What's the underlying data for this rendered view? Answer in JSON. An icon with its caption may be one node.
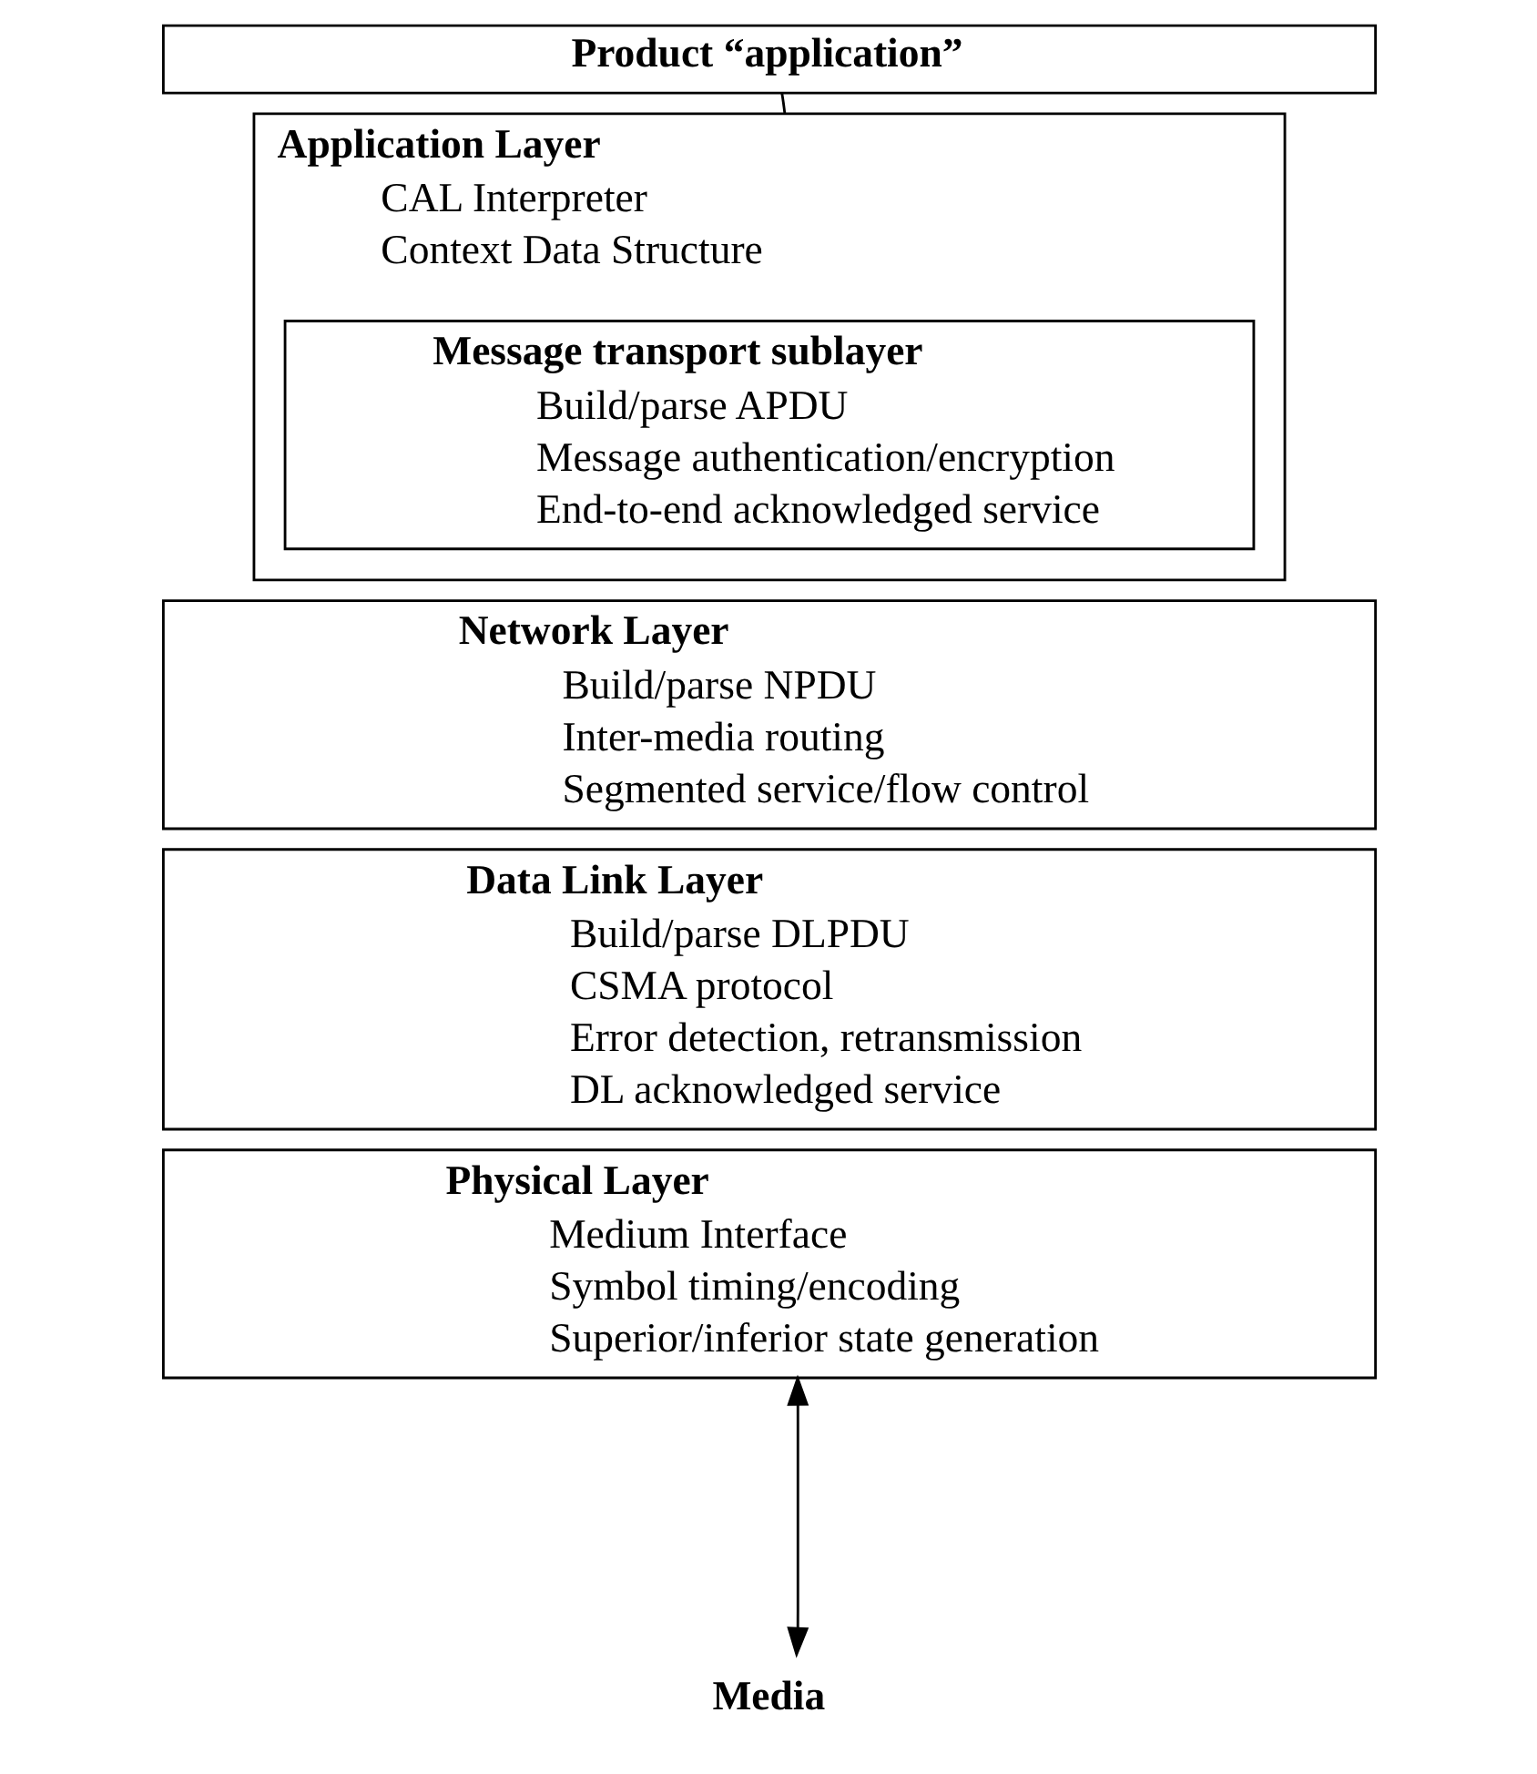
{
  "diagram": {
    "nodes": [
      {
        "text": [
          "Product “application”"
        ]
      },
      {
        "text": [
          "Application Layer",
          "CAL Interpreter",
          "Context Data Structure"
        ]
      },
      {
        "text": [
          "Message transport sublayer",
          "Build/parse APDU",
          "Message authentication/encryption",
          "End-to-end acknowledged service"
        ],
        "in": 1
      },
      {
        "text": [
          "Network Layer",
          "Build/parse NPDU",
          "Inter-media routing",
          "Segmented service/flow control"
        ]
      },
      {
        "text": [
          "Data Link Layer",
          "Build/parse DLPDU",
          "CSMA protocol",
          "Error detection, retransmission",
          "DL acknowledged service"
        ]
      },
      {
        "text": [
          "Physical Layer",
          "Medium Interface",
          "Symbol timing/encoding",
          "Superior/inferior state generation"
        ]
      },
      {
        "text": [
          "Media"
        ]
      }
    ],
    "edges": [
      {
        "from": 0,
        "to": 1,
        "arrow": "none"
      },
      {
        "from": 5,
        "to": 6,
        "arrow": "both"
      }
    ]
  }
}
